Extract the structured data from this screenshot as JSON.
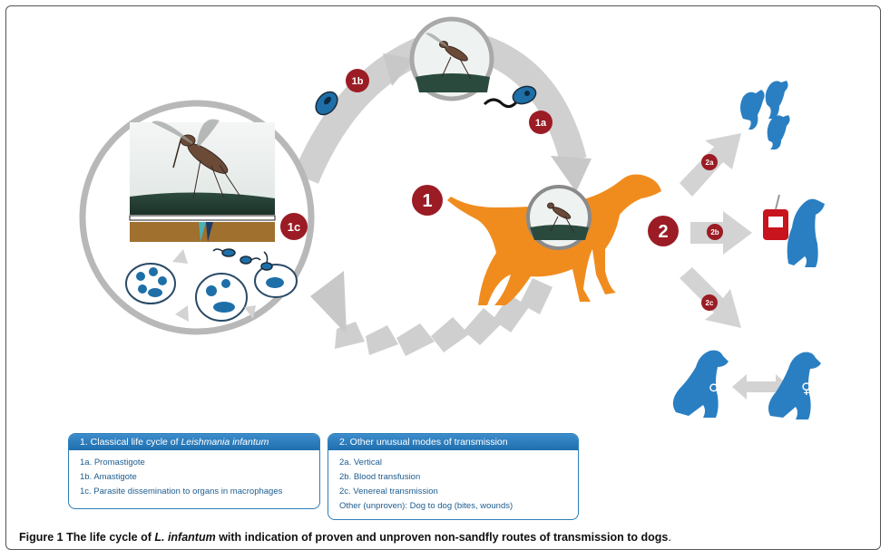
{
  "colors": {
    "accent_red": "#9b1c24",
    "dog_orange": "#f08c1e",
    "dog_blue": "#2a7fc2",
    "arrow_gray": "#c8c8c8",
    "legend_blue": "#2c7fb8"
  },
  "icons": [
    "sandfly-image",
    "dog-orange-icon",
    "dog-blue-icon",
    "blood-bag-icon",
    "macrophage-icon",
    "promastigote-icon",
    "amastigote-icon",
    "male-symbol",
    "female-symbol"
  ],
  "badges": {
    "b1": "1",
    "b1a": "1a",
    "b1b": "1b",
    "b1c": "1c",
    "b2": "2",
    "b2a": "2a",
    "b2b": "2b",
    "b2c": "2c"
  },
  "symbols": {
    "male": "♂",
    "female": "♀"
  },
  "legend1": {
    "title_prefix": "1. Classical life cycle of ",
    "title_italic": "Leishmania infantum",
    "items": [
      "1a. Promastigote",
      "1b. Amastigote",
      "1c. Parasite dissemination to organs in macrophages"
    ]
  },
  "legend2": {
    "title": "2. Other unusual modes of transmission",
    "items": [
      "2a. Vertical",
      "2b. Blood transfusion",
      "2c. Venereal transmission",
      "Other (unproven): Dog to dog (bites, wounds)"
    ]
  },
  "caption": {
    "label": "Figure 1",
    "part1": " The life cycle of ",
    "italic": "L. infantum",
    "part2": " with indication of proven and unproven non-sandfly routes of transmission to dogs",
    "end": "."
  }
}
